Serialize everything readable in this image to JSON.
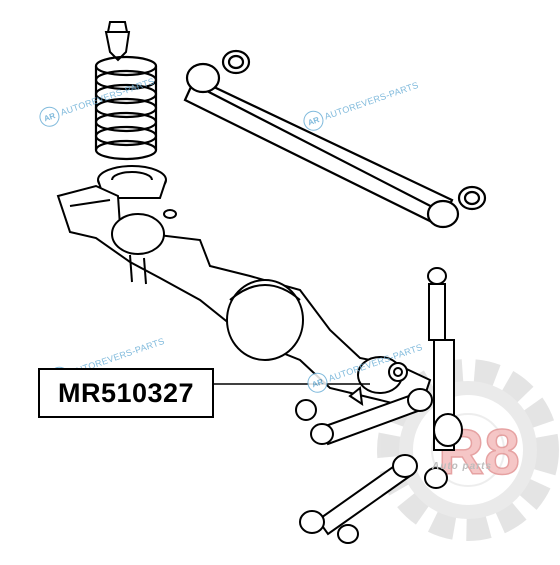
{
  "part_number": "MR510327",
  "watermarks": [
    {
      "logo": "AR",
      "text": "AUTOREVERS-PARTS"
    },
    {
      "logo": "AR",
      "text": "AUTOREVERS-PARTS"
    },
    {
      "logo": "AR",
      "text": "AUTOREVERS-PARTS"
    },
    {
      "logo": "AR",
      "text": "AUTOREVERS-PARTS"
    }
  ],
  "brand": {
    "logo_text": "R8",
    "caption": "Auto parts"
  },
  "colors": {
    "line": "#000000",
    "watermark": "#6aaed6",
    "brand_gear": "#d9d9d9",
    "brand_text": "#e8a0a0"
  }
}
